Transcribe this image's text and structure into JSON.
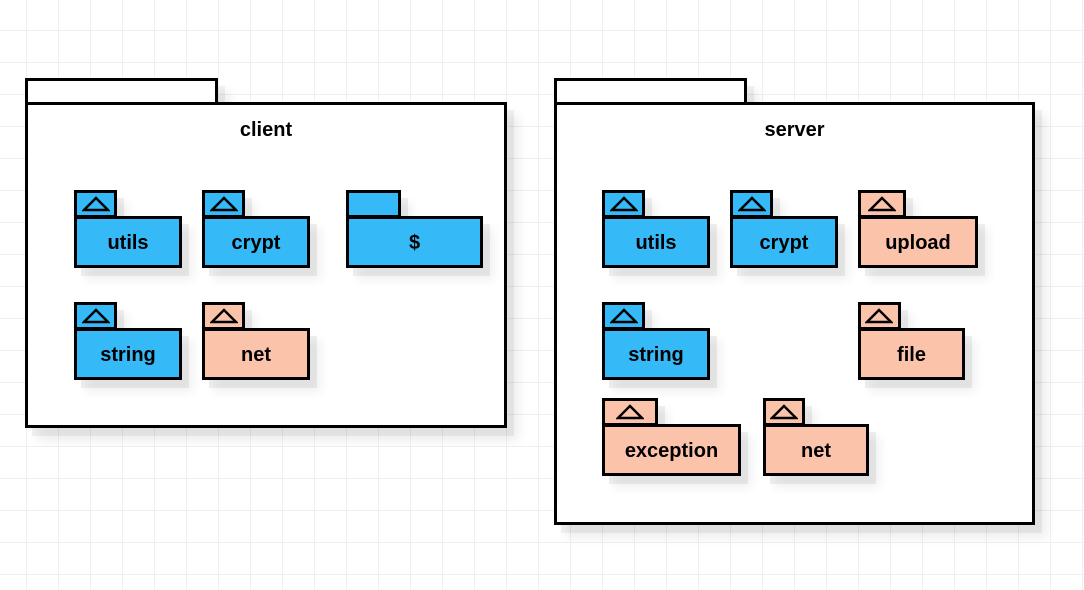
{
  "colors": {
    "blue": "#35b9f7",
    "peach": "#fcc3ab",
    "frame_fill": "#ffffff",
    "border": "#000000",
    "grid_line": "#f0f0f0",
    "canvas_bg": "#ffffff"
  },
  "packages": [
    {
      "name": "client",
      "items": [
        {
          "label": "utils",
          "color": "blue",
          "icon": "up-triangle-icon"
        },
        {
          "label": "crypt",
          "color": "blue",
          "icon": "up-triangle-icon"
        },
        {
          "label": "$",
          "color": "blue",
          "icon": "none"
        },
        {
          "label": "string",
          "color": "blue",
          "icon": "up-triangle-icon"
        },
        {
          "label": "net",
          "color": "peach",
          "icon": "up-triangle-icon"
        }
      ]
    },
    {
      "name": "server",
      "items": [
        {
          "label": "utils",
          "color": "blue",
          "icon": "up-triangle-icon"
        },
        {
          "label": "crypt",
          "color": "blue",
          "icon": "up-triangle-icon"
        },
        {
          "label": "upload",
          "color": "peach",
          "icon": "up-triangle-icon"
        },
        {
          "label": "string",
          "color": "blue",
          "icon": "up-triangle-icon"
        },
        {
          "label": "file",
          "color": "peach",
          "icon": "up-triangle-icon"
        },
        {
          "label": "exception",
          "color": "peach",
          "icon": "up-triangle-icon"
        },
        {
          "label": "net",
          "color": "peach",
          "icon": "up-triangle-icon"
        }
      ]
    }
  ]
}
